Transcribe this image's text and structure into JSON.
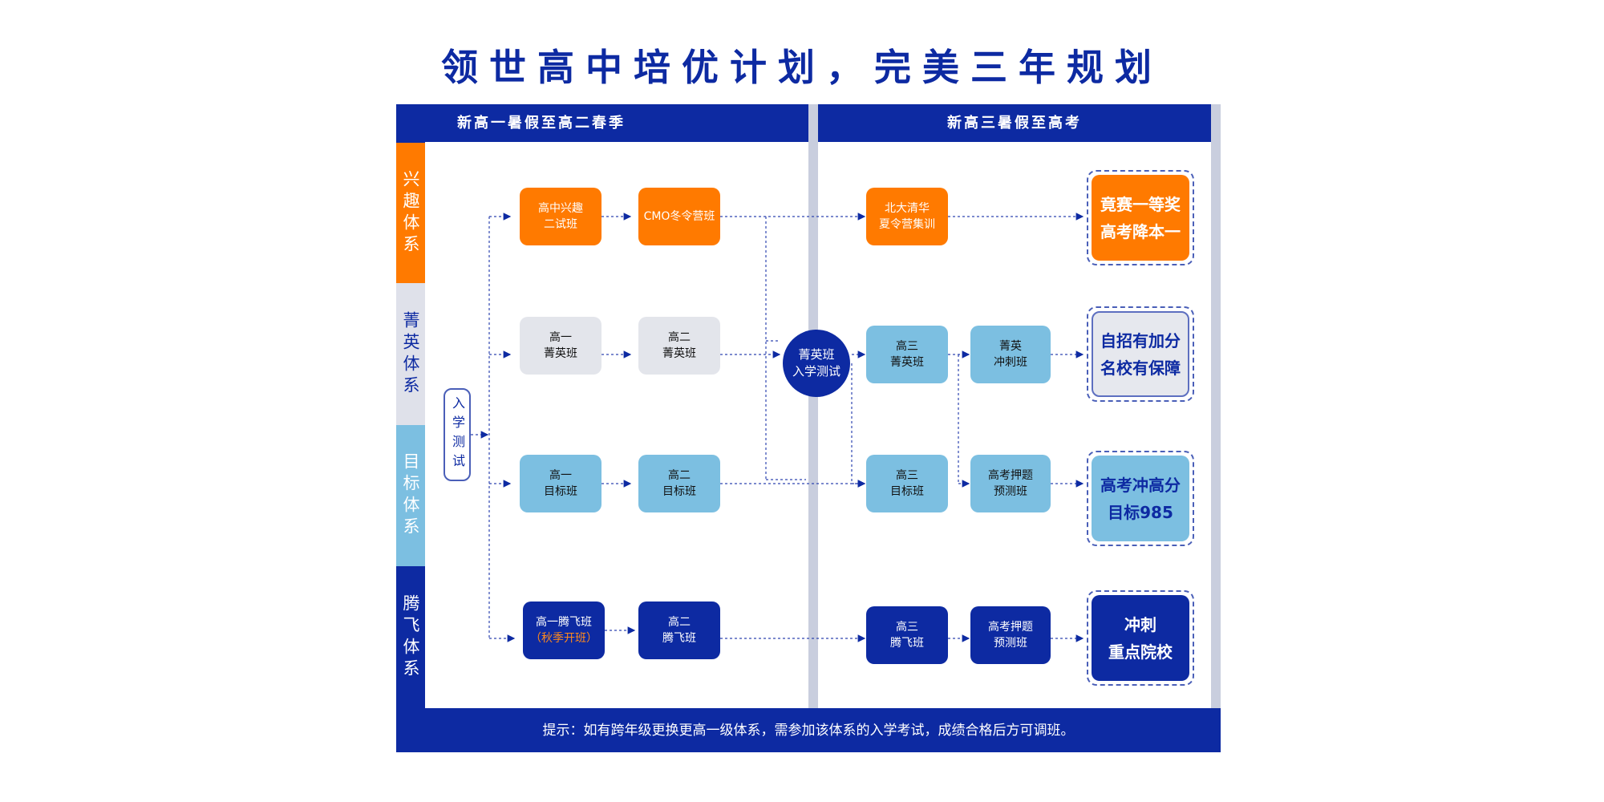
{
  "title": "领世高中培优计划，完美三年规划",
  "left_header": "新高一暑假至高二春季",
  "right_header": "新高三暑假至高考",
  "bands": [
    "兴趣体系",
    "菁英体系",
    "目标体系",
    "腾飞体系"
  ],
  "entry_test": "入学测试",
  "circle": {
    "line1": "菁英班",
    "line2": "入学测试"
  },
  "nodes": {
    "hs_interest": {
      "line1": "高中兴趣",
      "line2": "二试班"
    },
    "cmo": {
      "line1": "CMO冬令营班"
    },
    "pku": {
      "line1": "北大清华",
      "line2": "夏令营集训"
    },
    "g1_elite": {
      "line1": "高一",
      "line2": "菁英班"
    },
    "g2_elite": {
      "line1": "高二",
      "line2": "菁英班"
    },
    "g3_elite": {
      "line1": "高三",
      "line2": "菁英班"
    },
    "elite_sprint": {
      "line1": "菁英",
      "line2": "冲刺班"
    },
    "g1_target": {
      "line1": "高一",
      "line2": "目标班"
    },
    "g2_target": {
      "line1": "高二",
      "line2": "目标班"
    },
    "g3_target": {
      "line1": "高三",
      "line2": "目标班"
    },
    "predict1": {
      "line1": "高考押题",
      "line2": "预测班"
    },
    "g1_fly": {
      "line1": "高一腾飞班",
      "line2": "（秋季开班）"
    },
    "g2_fly": {
      "line1": "高二",
      "line2": "腾飞班"
    },
    "g3_fly": {
      "line1": "高三",
      "line2": "腾飞班"
    },
    "predict2": {
      "line1": "高考押题",
      "line2": "预测班"
    }
  },
  "results": {
    "r1": {
      "line1": "竟赛一等奖",
      "line2": "高考降本一"
    },
    "r2": {
      "line1": "自招有加分",
      "line2": "名校有保障"
    },
    "r3": {
      "line1": "高考冲高分",
      "line2": "目标985"
    },
    "r4": {
      "line1": "冲刺",
      "line2": "重点院校"
    }
  },
  "footer": "提示：如有跨年级更换更高一级体系，需参加该体系的入学考试，成绩合格后方可调班。",
  "colors": {
    "navy": "#0d2aa2",
    "orange": "#ff7a00",
    "light_blue": "#7cbfe1",
    "grey": "#e3e5eb"
  }
}
